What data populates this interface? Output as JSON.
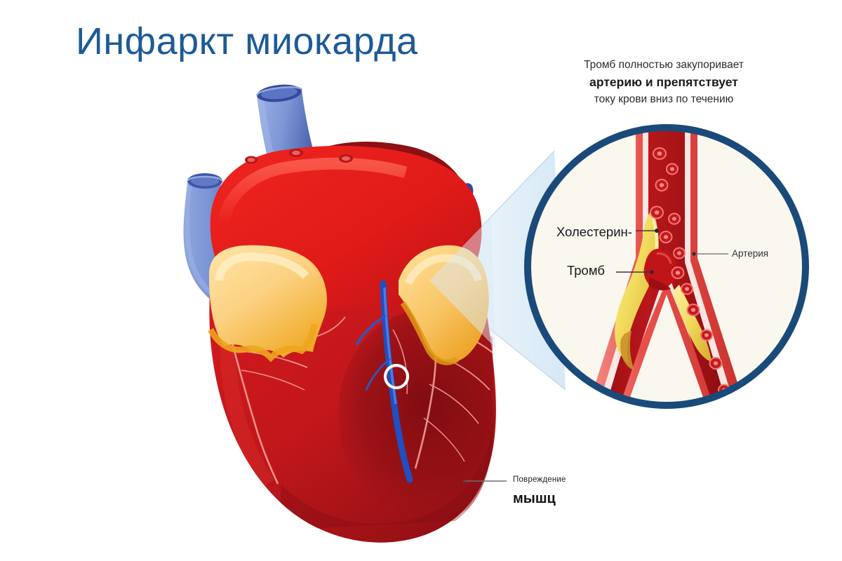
{
  "page": {
    "title": "Инфаркт миокарда",
    "title_color": "#1e5b96",
    "background": "#ffffff"
  },
  "callout": {
    "line1": "Тромб полностью закупоривает",
    "line2": "артерию и препятствует",
    "line3": "току крови вниз по течению"
  },
  "magnifier": {
    "border_color": "#1a4a7a",
    "fill_color": "#faf7ef",
    "cone_color": "#dceaf5",
    "labels": {
      "cholesterol": "Холестерин-",
      "thrombus": "Тромб",
      "artery": "Артерия"
    }
  },
  "heart": {
    "marker": "infarct-site-ring",
    "labels": {
      "damage": "Повреждение",
      "muscle": "мышц"
    },
    "colors": {
      "aorta_red": "#e01b18",
      "ventricle_red": "#c2171b",
      "infarct_dark": "#8e1014",
      "vein_blue": "#7a95d6",
      "vein_blue_dark": "#4c63b6",
      "fat_yellow": "#fcd98a",
      "fat_orange": "#f0a925",
      "coronary_blue": "#2255c4"
    }
  },
  "icons": {
    "magnifier_ring": "circle-outline-icon",
    "infarct_marker": "target-ring-icon",
    "leader_line": "leader-line-icon"
  }
}
